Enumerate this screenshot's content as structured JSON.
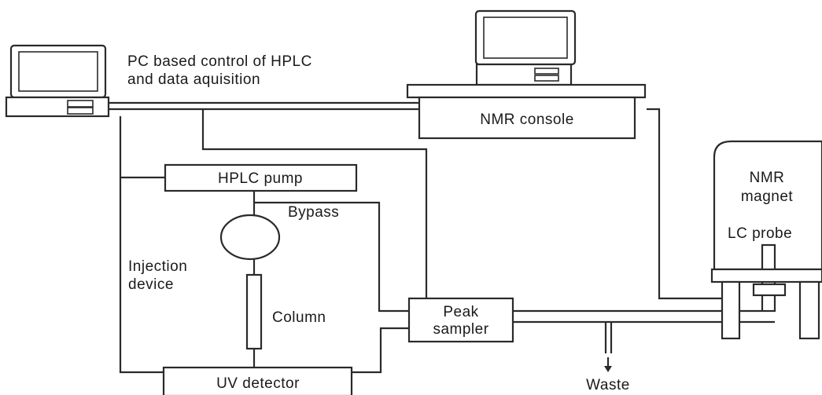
{
  "labels": {
    "pc_caption_line1": "PC based control of HPLC",
    "pc_caption_line2": "and data aquisition",
    "nmr_console": "NMR console",
    "hplc_pump": "HPLC pump",
    "bypass": "Bypass",
    "injection_line1": "Injection",
    "injection_line2": "device",
    "column": "Column",
    "peak_line1": "Peak",
    "peak_line2": "sampler",
    "uv_detector": "UV detector",
    "waste": "Waste",
    "magnet_line1": "NMR",
    "magnet_line2": "magnet",
    "lc_probe": "LC probe"
  },
  "icons": [
    "pc-computer-icon",
    "nmr-computer-icon",
    "waste-arrow-icon"
  ]
}
